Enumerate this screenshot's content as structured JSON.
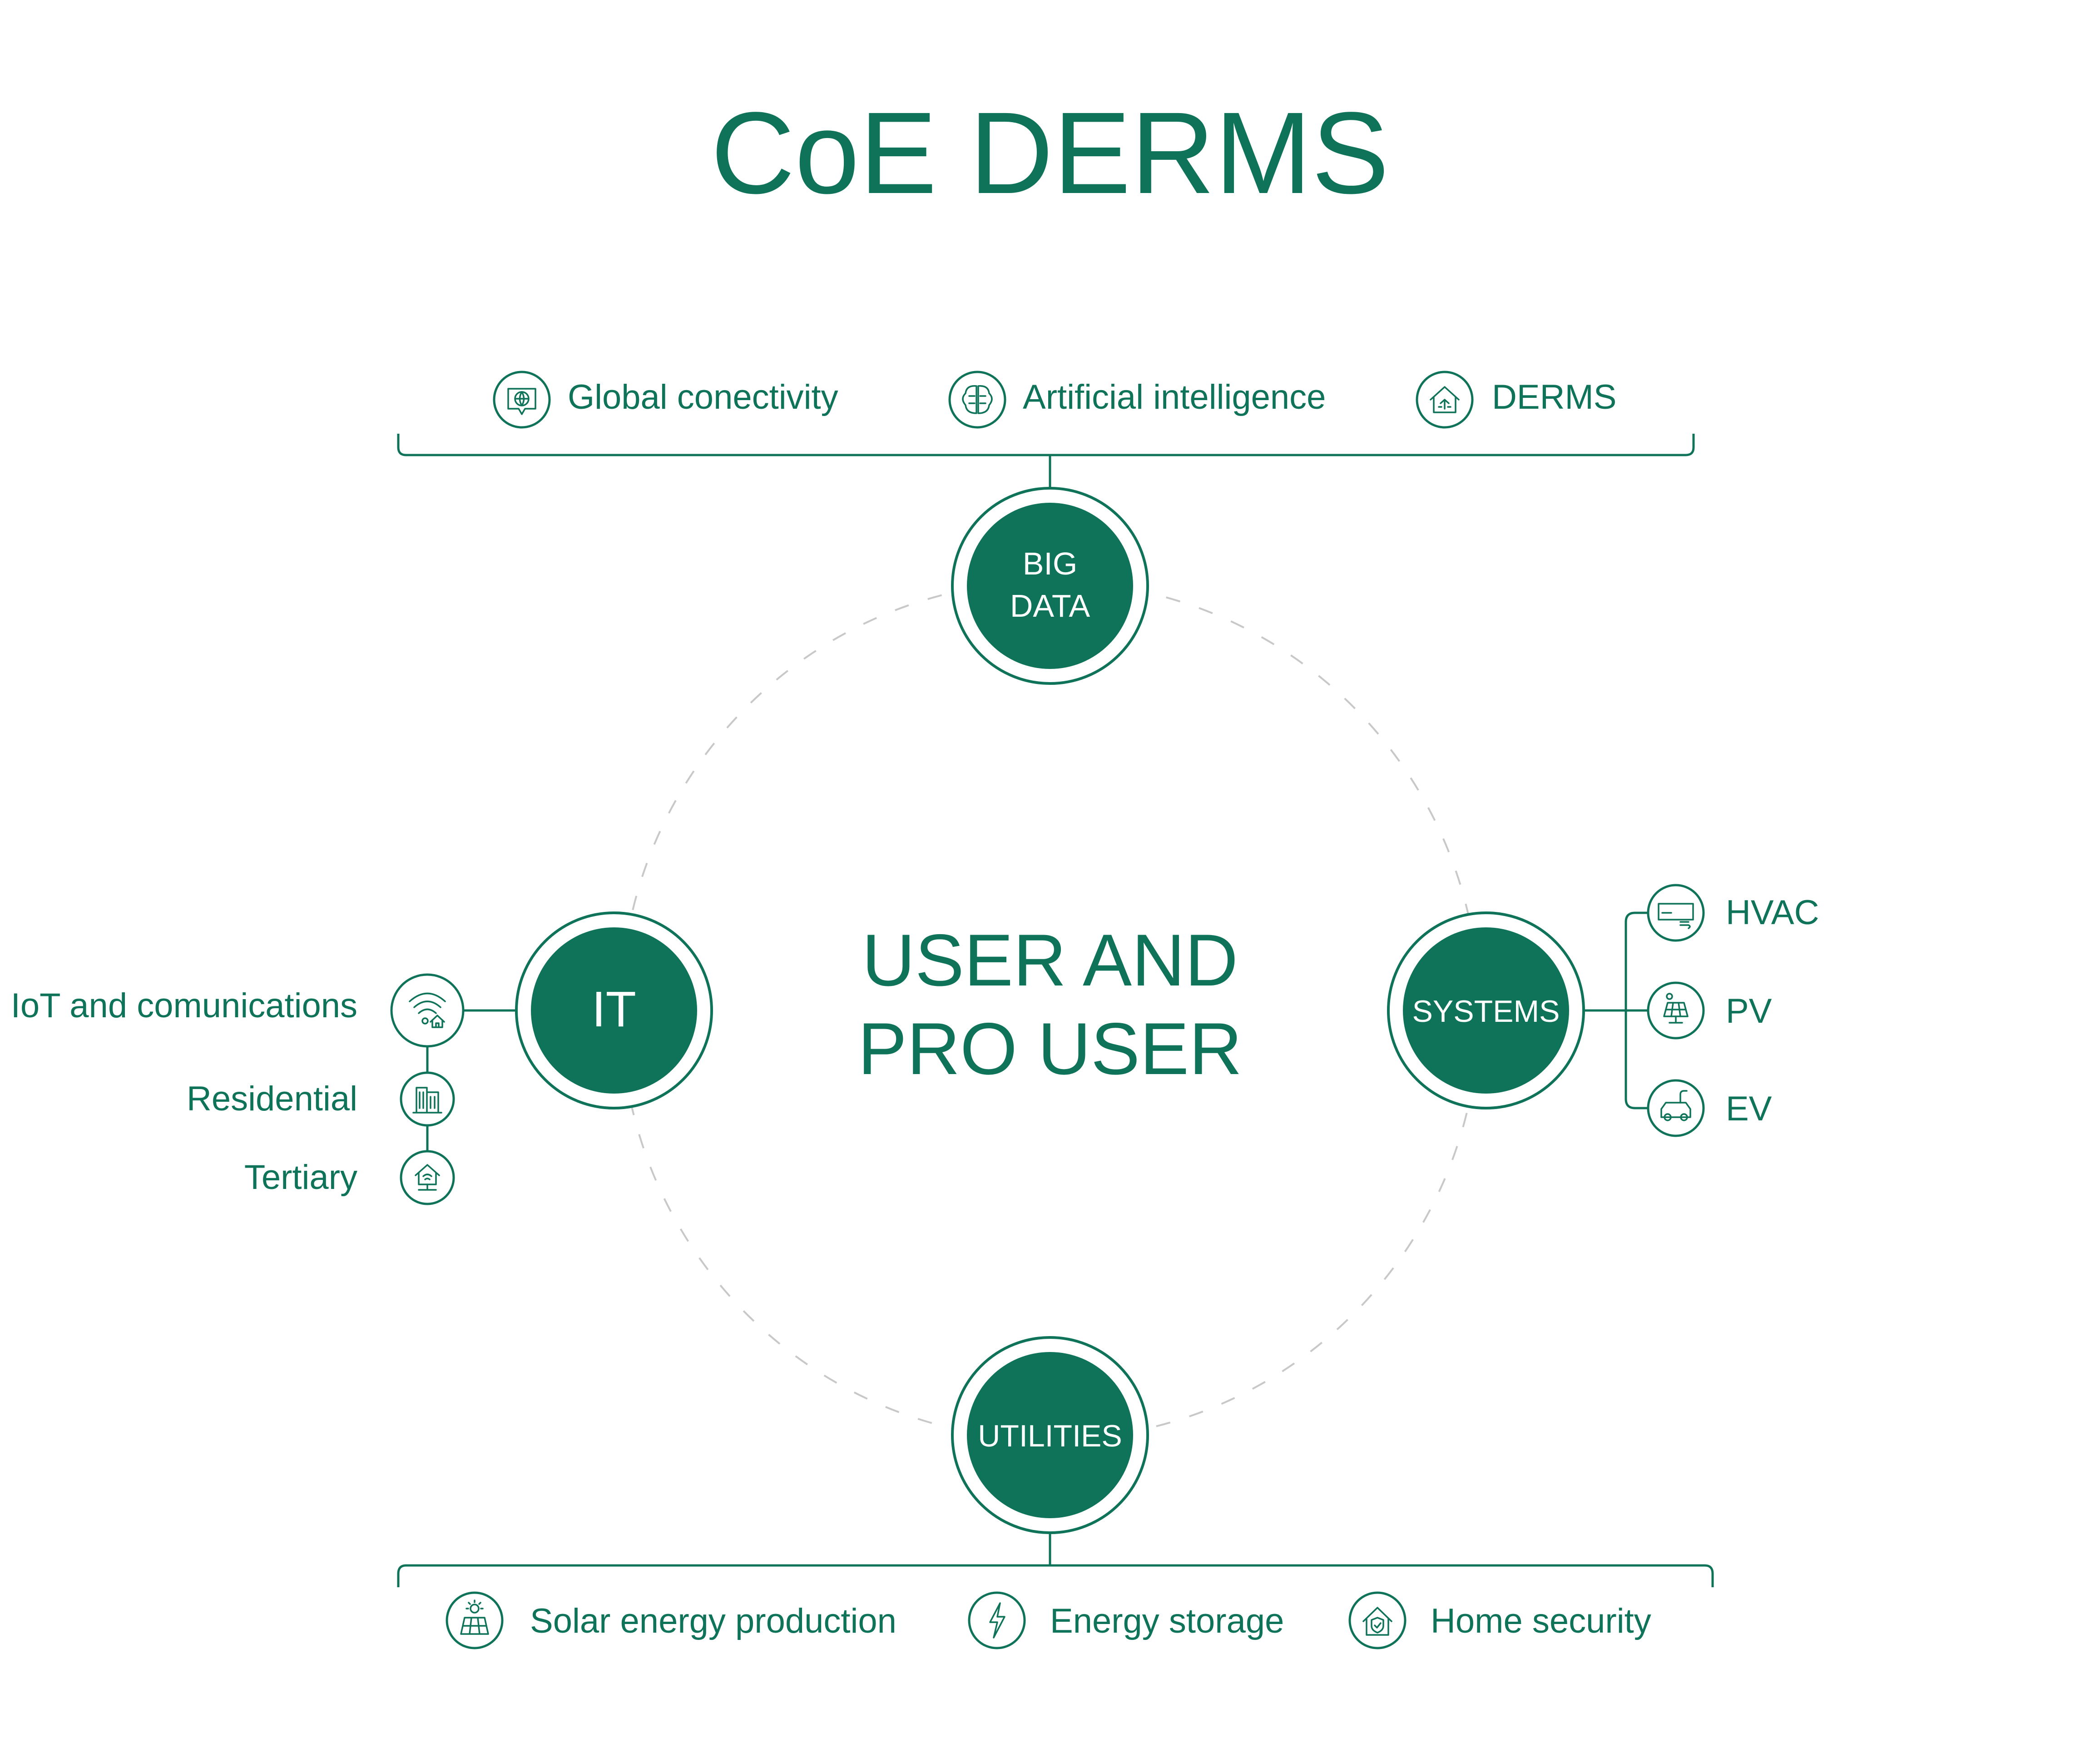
{
  "title": "CoE DERMS",
  "center": {
    "line1": "USER AND",
    "line2": "PRO USER"
  },
  "nodes": {
    "big_data": {
      "line1": "BIG",
      "line2": "DATA"
    },
    "it": {
      "label": "IT"
    },
    "systems": {
      "label": "SYSTEMS"
    },
    "utilities": {
      "label": "UTILITIES"
    }
  },
  "top_items": [
    {
      "label": "Global conectivity",
      "icon": "globe-chat-icon"
    },
    {
      "label": "Artificial intelligence",
      "icon": "brain-icon"
    },
    {
      "label": "DERMS",
      "icon": "smart-house-icon"
    }
  ],
  "bottom_items": [
    {
      "label": "Solar energy production",
      "icon": "solar-panel-sun-icon"
    },
    {
      "label": "Energy storage",
      "icon": "lightning-icon"
    },
    {
      "label": "Home security",
      "icon": "house-shield-icon"
    }
  ],
  "left_items": [
    {
      "label": "IoT and comunications",
      "icon": "wifi-house-icon"
    },
    {
      "label": "Residential",
      "icon": "building-icon"
    },
    {
      "label": "Tertiary",
      "icon": "house-network-icon"
    }
  ],
  "right_items": [
    {
      "label": "HVAC",
      "icon": "air-conditioner-icon"
    },
    {
      "label": "PV",
      "icon": "solar-panel-icon"
    },
    {
      "label": "EV",
      "icon": "electric-car-icon"
    }
  ],
  "colors": {
    "primary": "#0f7359",
    "dashed_ring": "#c8c8c8",
    "background": "#ffffff"
  }
}
